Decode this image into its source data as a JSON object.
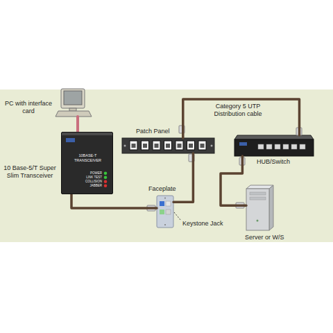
{
  "diagram": {
    "nodes": [
      {
        "text": [
          "PC with interface card"
        ]
      },
      {
        "text": [
          "10 Base-5/T Super Slim Transceiver",
          "10BASE-T TRANSCEIVER",
          "POWER",
          "LINK TEST",
          "COLLISION",
          "JABBER"
        ]
      },
      {
        "text": [
          "Patch Panel"
        ]
      },
      {
        "text": [
          "Faceplate"
        ]
      },
      {
        "text": [
          "HUB/Switch"
        ]
      },
      {
        "text": [
          "Server or W/S"
        ]
      }
    ],
    "edges": [
      {
        "from": 0,
        "to": 1,
        "arrow": "none"
      },
      {
        "from": 1,
        "to": 3,
        "arrow": "none"
      },
      {
        "from": 3,
        "to": 2,
        "arrow": "none"
      },
      {
        "from": 2,
        "to": 4,
        "label": "Category 5 UTP Distribution cable",
        "arrow": "none"
      },
      {
        "from": 4,
        "to": 5,
        "arrow": "none"
      }
    ],
    "labels": [
      "Keystone Jack"
    ]
  }
}
